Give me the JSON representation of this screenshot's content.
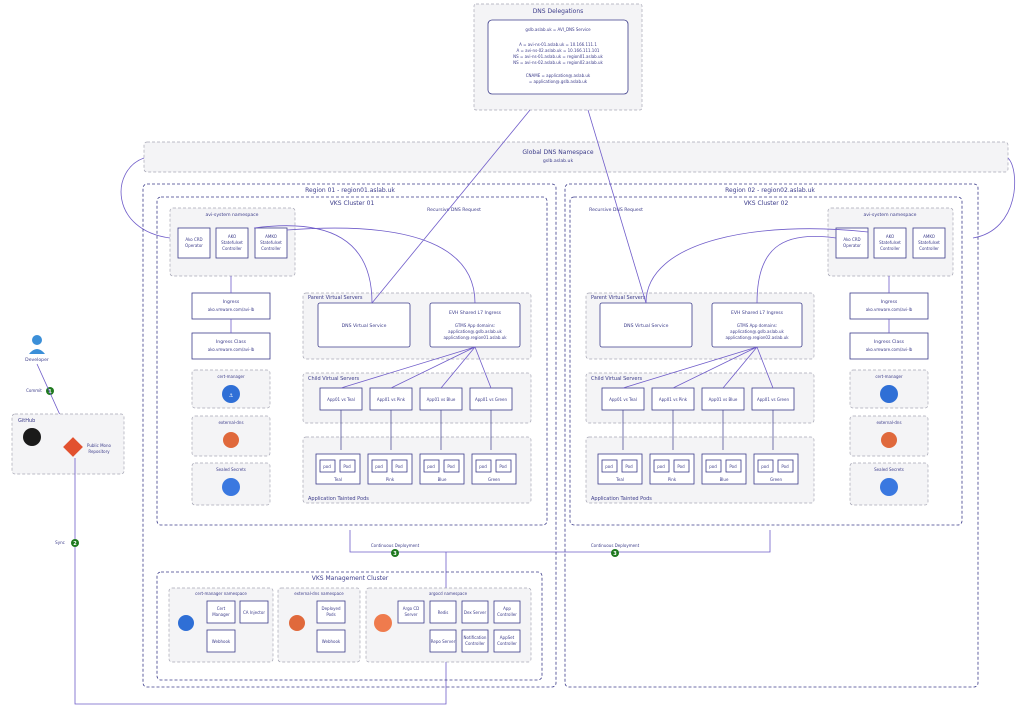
{
  "dns_delegation": {
    "title": "DNS Delegations",
    "lines": [
      "gslb.aslab.uk = AVI_DNS Service",
      "",
      "A = avi-ns-01.aslab.uk = 10.166.111.1",
      "A = avi-ns-02.aslab.uk = 10.166.111.101",
      "NS = avi-ns-01.aslab.uk = region01.aslab.uk",
      "NS = avi-ns-02.aslab.uk = region02.aslab.uk",
      "",
      "CNAME = application@.aslab.uk",
      "= application@.gslb.aslab.uk"
    ]
  },
  "global_dns": {
    "title": "Global DNS Namespace",
    "subtitle": "gslb.aslab.uk"
  },
  "regions": [
    {
      "title": "Region 01 - region01.aslab.uk",
      "cluster": "VKS Cluster 01",
      "recursive": "Recursive DNS Request",
      "avi_ns": "avi-system namespace",
      "controllers": [
        [
          "Ako CRD",
          "Operator"
        ],
        [
          "AKO",
          "Statefulset",
          "Controller"
        ],
        [
          "AMKO",
          "Statefulset",
          "Controller"
        ]
      ],
      "ingress": [
        "Ingress",
        "ako.vmware.com/avi-lb"
      ],
      "ingress_class": [
        "Ingress Class",
        "ako.vmware.com/avi-lb"
      ],
      "cert_manager": "cert-manager",
      "external_dns": "external-dns",
      "sealed": "Sealed Secrets",
      "parent_vs": "Parent Virtual Servers",
      "dns_vs": "DNS Virtual Service",
      "evh": "EVH Shared L7 Ingress",
      "gslb_domains": [
        "GTMS App domains:",
        "application@.gslb.aslab.uk",
        "application@.region01.aslab.uk"
      ],
      "child_vs": "Child Virtual Servers",
      "apps": [
        "App01 vs Teal",
        "App01 vs Pink",
        "App01 vs Blue",
        "App01 vs Green"
      ],
      "pods_label": "Application Tainted Pods",
      "pod": "pod",
      "pod2": "Pod",
      "colors": [
        "Teal",
        "Pink",
        "Blue",
        "Green"
      ]
    },
    {
      "title": "Region 02 - region02.aslab.uk",
      "cluster": "VKS Cluster 02",
      "recursive": "Recursive DNS Request",
      "avi_ns": "avi-system namespace",
      "controllers": [
        [
          "Ako CRD",
          "Operator"
        ],
        [
          "AKO",
          "Statefulset",
          "Controller"
        ],
        [
          "AMKO",
          "Statefulset",
          "Controller"
        ]
      ],
      "ingress": [
        "Ingress",
        "ako.vmware.com/avi-lb"
      ],
      "ingress_class": [
        "Ingress Class",
        "ako.vmware.com/avi-lb"
      ],
      "cert_manager": "cert-manager",
      "external_dns": "external-dns",
      "sealed": "Sealed Secrets",
      "parent_vs": "Parent Virtual Servers",
      "dns_vs": "DNS Virtual Service",
      "evh": "EVH Shared L7 Ingress",
      "gslb_domains": [
        "GTMS App domains:",
        "application@.gslb.aslab.uk",
        "application@.region02.aslab.uk"
      ],
      "child_vs": "Child Virtual Servers",
      "apps": [
        "App01 vs Teal",
        "App01 vs Pink",
        "App01 vs Blue",
        "App01 vs Green"
      ],
      "pods_label": "Application Tainted Pods",
      "pod": "pod",
      "pod2": "Pod",
      "colors": [
        "Teal",
        "Pink",
        "Blue",
        "Green"
      ]
    }
  ],
  "developer": {
    "label": "Developer",
    "commit": "Commit",
    "step1": "1"
  },
  "github": {
    "label": "GitHub",
    "repo": [
      "Public Mono",
      "Repository"
    ]
  },
  "sync": {
    "label": "Sync",
    "step": "2"
  },
  "cd": {
    "label": "Continuous Deployment",
    "step": "3"
  },
  "mgmt": {
    "title": "VKS Management Cluster",
    "cert_ns": "cert-manager namespace",
    "cert_items": [
      [
        "Cert",
        "Manager"
      ],
      [
        "CA Injector"
      ],
      [
        "Webhook"
      ]
    ],
    "ext_ns": "external-dns namespace",
    "ext_items": [
      [
        "Deployed",
        "Pods"
      ],
      [
        "Webhook"
      ]
    ],
    "argo_ns": "argocd namespace",
    "argo_items": [
      [
        "Argo CD",
        "Server"
      ],
      [
        "Redis"
      ],
      [
        "Dex Server"
      ],
      [
        "App",
        "Controller"
      ],
      [
        "Repo Server"
      ],
      [
        "Notification",
        "Controller"
      ],
      [
        "AppSet",
        "Controller"
      ]
    ]
  },
  "colors": {
    "accent": "#6f5cc9",
    "ink": "#3c3c8a",
    "badge": "#1f7a1f",
    "panel": "#f4f4f6"
  }
}
